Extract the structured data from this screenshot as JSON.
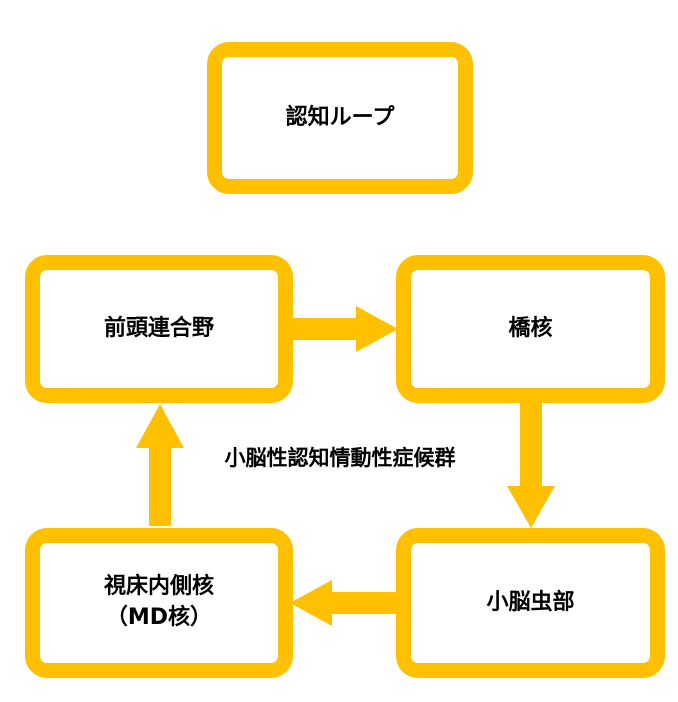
{
  "title_node": {
    "label": "認知ループ"
  },
  "nodes": {
    "prefrontal": {
      "label": "前頭連合野"
    },
    "pons": {
      "label": "橋核"
    },
    "vermis": {
      "label": "小脳虫部"
    },
    "thalamus": {
      "line1": "視床内側核",
      "line2": "（MD核）"
    }
  },
  "center_label": "小脳性認知情動性症候群",
  "colors": {
    "accent": "#FFC000",
    "text": "#000000",
    "background": "#FFFFFF"
  }
}
